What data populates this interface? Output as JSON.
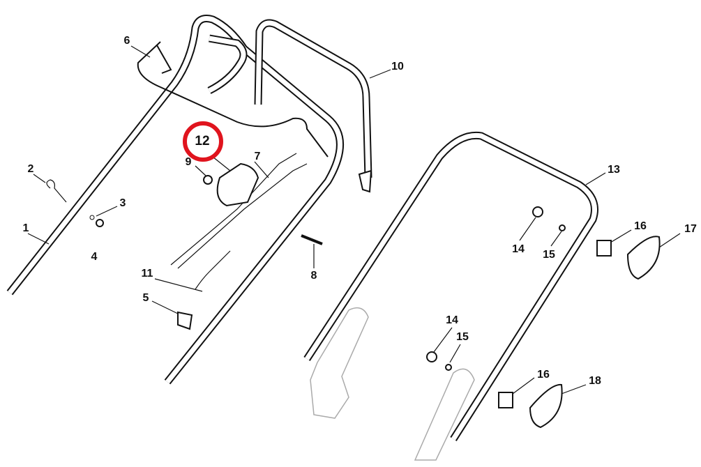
{
  "diagram": {
    "highlight_color": "#e0141e",
    "highlighted_part": "12",
    "callouts": [
      {
        "id": "c1",
        "text": "1"
      },
      {
        "id": "c2",
        "text": "2"
      },
      {
        "id": "c3",
        "text": "3"
      },
      {
        "id": "c4",
        "text": "4"
      },
      {
        "id": "c5",
        "text": "5"
      },
      {
        "id": "c6",
        "text": "6"
      },
      {
        "id": "c7",
        "text": "7"
      },
      {
        "id": "c8",
        "text": "8"
      },
      {
        "id": "c9",
        "text": "9"
      },
      {
        "id": "c10",
        "text": "10"
      },
      {
        "id": "c11",
        "text": "11"
      },
      {
        "id": "c12",
        "text": "12"
      },
      {
        "id": "c13",
        "text": "13"
      },
      {
        "id": "c14a",
        "text": "14"
      },
      {
        "id": "c15a",
        "text": "15"
      },
      {
        "id": "c16a",
        "text": "16"
      },
      {
        "id": "c17",
        "text": "17"
      },
      {
        "id": "c14b",
        "text": "14"
      },
      {
        "id": "c15b",
        "text": "15"
      },
      {
        "id": "c16b",
        "text": "16"
      },
      {
        "id": "c18",
        "text": "18"
      }
    ]
  }
}
